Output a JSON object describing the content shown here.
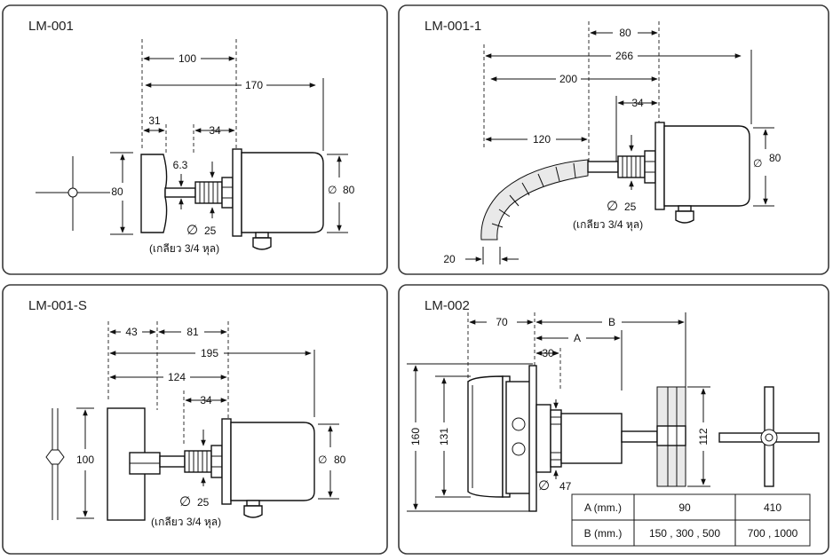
{
  "panels": {
    "lm001": {
      "title": "LM-001",
      "dims": {
        "d100": "100",
        "d170": "170",
        "d31": "31",
        "d6_3": "6.3",
        "d34": "34",
        "d80_left": "80",
        "d80_right": "80",
        "d25": "25"
      },
      "thread_note": "(เกลียว 3/4 หุล)"
    },
    "lm001_1": {
      "title": "LM-001-1",
      "dims": {
        "d80_top": "80",
        "d266": "266",
        "d200": "200",
        "d34": "34",
        "d120": "120",
        "d20": "20",
        "d80_right": "80",
        "d25": "25"
      },
      "thread_note": "(เกลียว 3/4 หุล)"
    },
    "lm001_s": {
      "title": "LM-001-S",
      "dims": {
        "d43": "43",
        "d81": "81",
        "d195": "195",
        "d124": "124",
        "d34": "34",
        "d100": "100",
        "d80": "80",
        "d25": "25"
      },
      "thread_note": "(เกลียว 3/4 หุล)"
    },
    "lm002": {
      "title": "LM-002",
      "dims": {
        "d70": "70",
        "dB": "B",
        "dA": "A",
        "d30": "30",
        "d160": "160",
        "d131": "131",
        "d47": "47",
        "d112": "112"
      },
      "table": {
        "rows": [
          [
            "A (mm.)",
            "90",
            "410"
          ],
          [
            "B (mm.)",
            "150 , 300 , 500",
            "700 , 1000"
          ]
        ]
      }
    }
  },
  "symbols": {
    "diameter": "∅"
  }
}
